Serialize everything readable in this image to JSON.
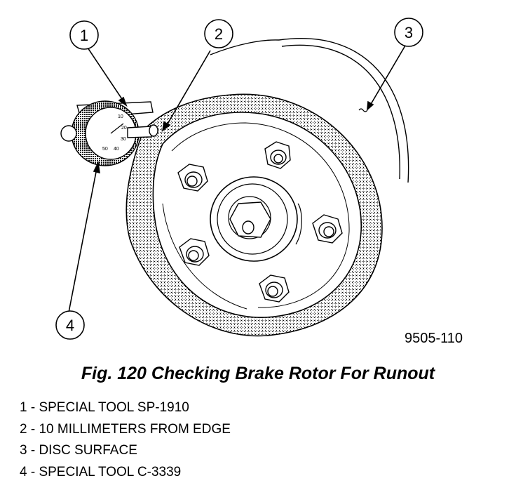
{
  "figure": {
    "code": "9505-110",
    "caption": "Fig. 120 Checking Brake Rotor For Runout"
  },
  "callouts": [
    {
      "num": "1",
      "label": "1 - SPECIAL TOOL SP-1910"
    },
    {
      "num": "2",
      "label": "2 - 10 MILLIMETERS FROM EDGE"
    },
    {
      "num": "3",
      "label": "3 - DISC SURFACE"
    },
    {
      "num": "4",
      "label": "4 - SPECIAL TOOL C-3339"
    }
  ],
  "dial": {
    "numbers": [
      "10",
      "20",
      "30",
      "40",
      "50"
    ]
  }
}
